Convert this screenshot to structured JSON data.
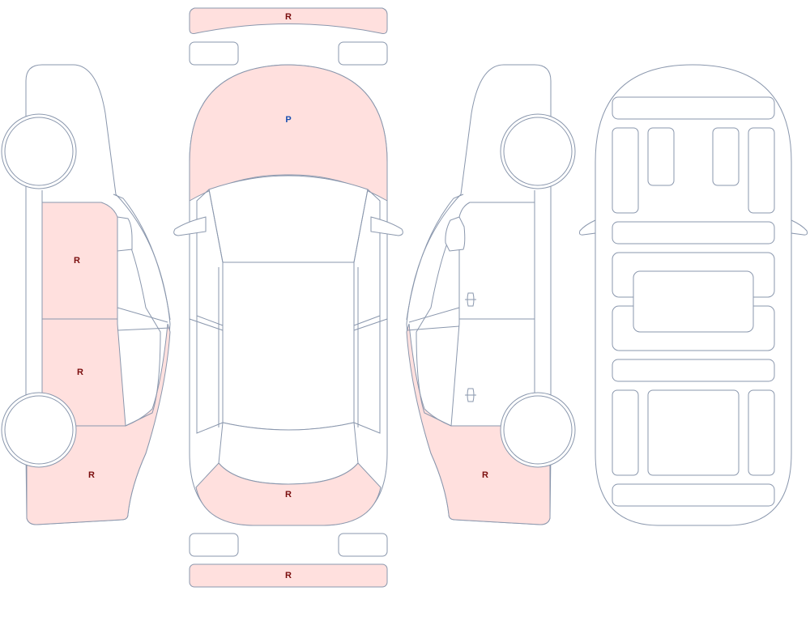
{
  "colors": {
    "outline": "#8a97ad",
    "marked_fill": "#ffe0de",
    "repair_label": "#7a0d0d",
    "paint_label": "#1a4fb0"
  },
  "markers": {
    "front_bumper": "R",
    "hood": "P",
    "trunk": "R",
    "rear_bumper": "R",
    "left_front_door": "R",
    "left_rear_door": "R",
    "left_rear_quarter": "R",
    "right_rear_quarter": "R"
  }
}
